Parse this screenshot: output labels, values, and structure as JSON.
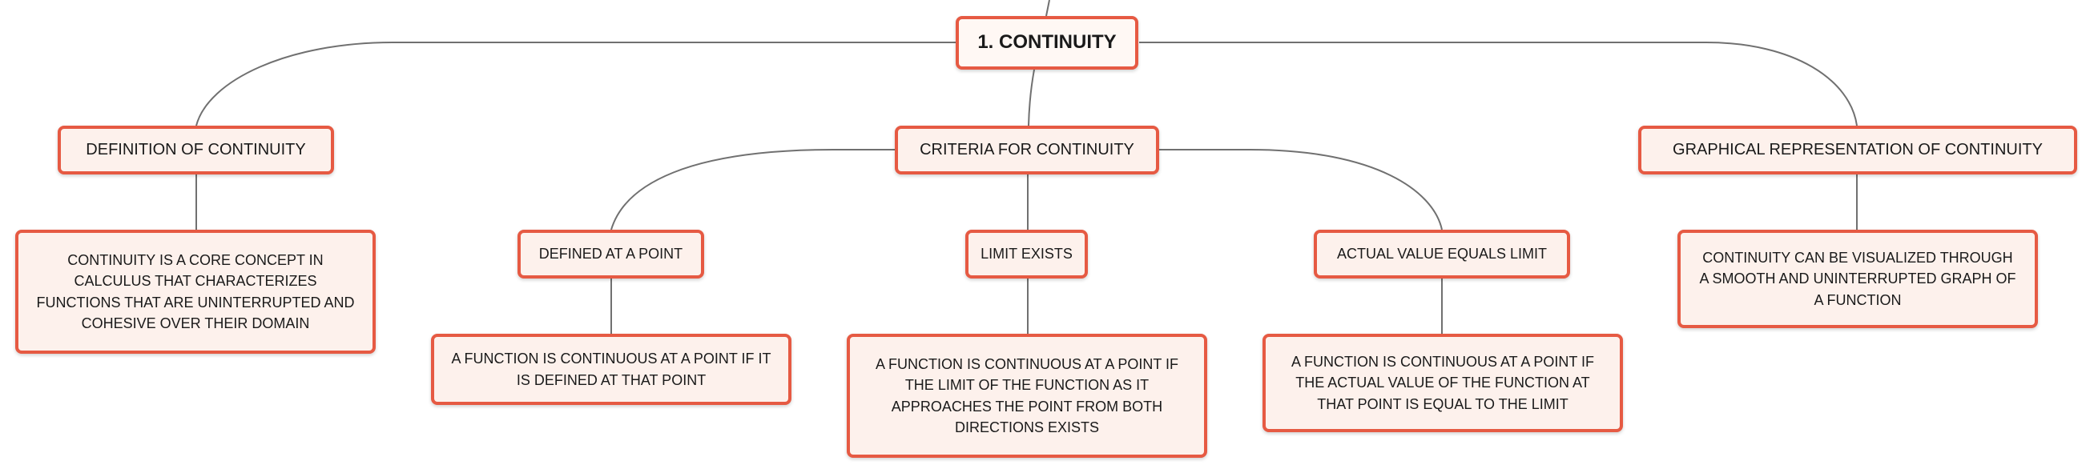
{
  "mindmap": {
    "root": {
      "label": "1. CONTINUITY"
    },
    "branches": [
      {
        "label": "DEFINITION OF CONTINUITY",
        "description": "CONTINUITY IS A CORE CONCEPT IN CALCULUS THAT CHARACTERIZES FUNCTIONS THAT ARE UNINTERRUPTED AND COHESIVE OVER THEIR DOMAIN"
      },
      {
        "label": "CRITERIA FOR CONTINUITY",
        "children": [
          {
            "label": "DEFINED AT A POINT",
            "description": "A FUNCTION IS CONTINUOUS AT A POINT IF IT IS DEFINED AT THAT POINT"
          },
          {
            "label": "LIMIT EXISTS",
            "description": "A FUNCTION IS CONTINUOUS AT A POINT IF THE LIMIT OF THE FUNCTION AS IT APPROACHES THE POINT FROM BOTH DIRECTIONS EXISTS"
          },
          {
            "label": "ACTUAL VALUE EQUALS LIMIT",
            "description": "A FUNCTION IS CONTINUOUS AT A POINT IF THE ACTUAL VALUE OF THE FUNCTION AT THAT POINT IS EQUAL TO THE LIMIT"
          }
        ]
      },
      {
        "label": "GRAPHICAL REPRESENTATION OF CONTINUITY",
        "description": "CONTINUITY CAN BE VISUALIZED THROUGH A SMOOTH AND UNINTERRUPTED GRAPH OF A FUNCTION"
      }
    ]
  }
}
